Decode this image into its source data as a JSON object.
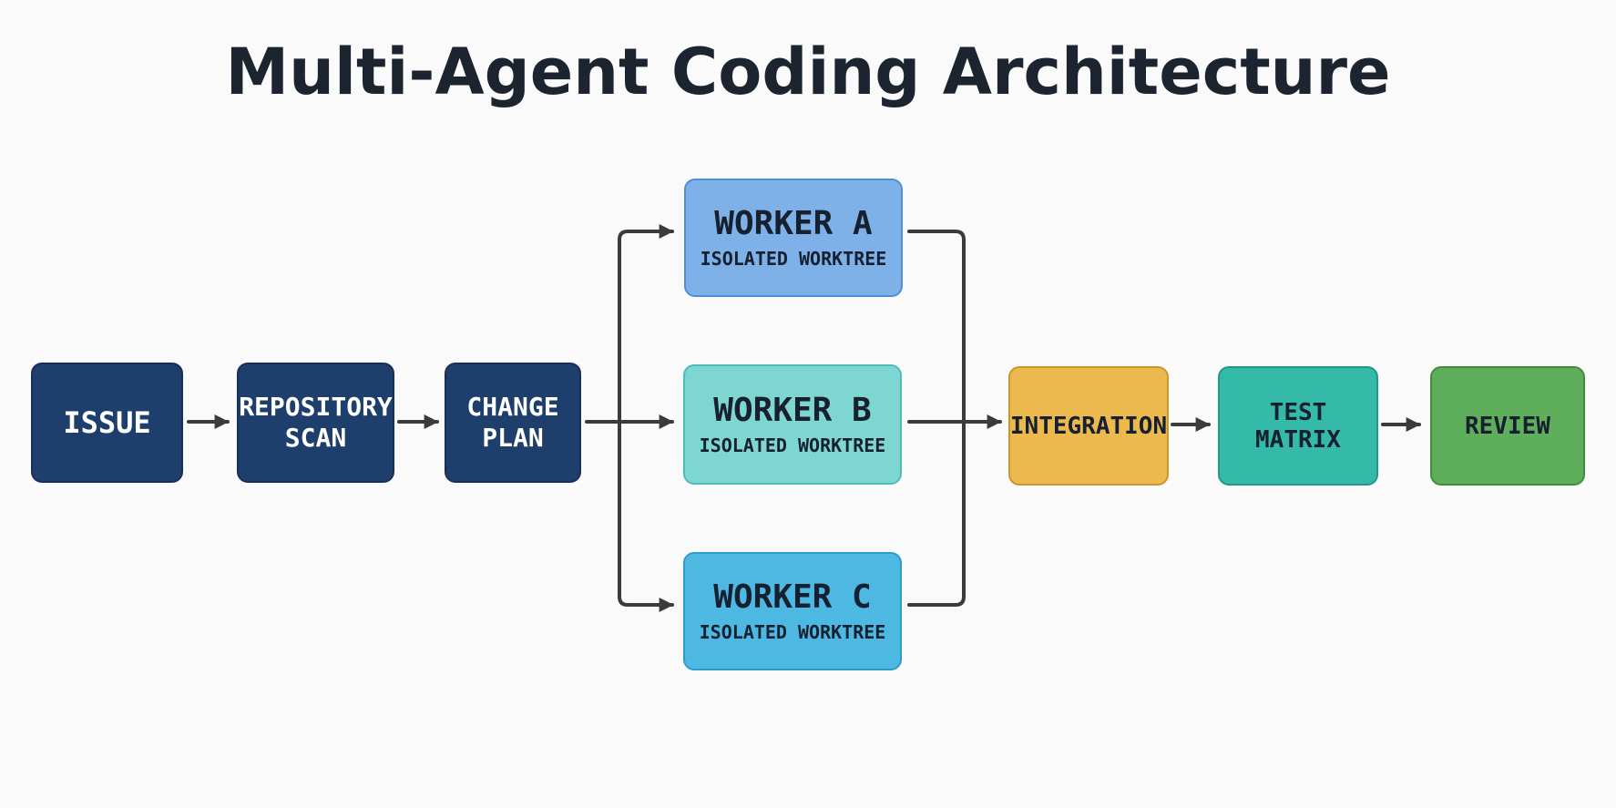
{
  "title": "Multi-Agent Coding Architecture",
  "nodes": {
    "issue": {
      "label": "ISSUE"
    },
    "repository_scan": {
      "label": "REPOSITORY\nSCAN"
    },
    "change_plan": {
      "label": "CHANGE\nPLAN"
    },
    "worker_a": {
      "label": "WORKER A",
      "sub": "ISOLATED WORKTREE",
      "color": "#7eb1e8"
    },
    "worker_b": {
      "label": "WORKER B",
      "sub": "ISOLATED WORKTREE",
      "color": "#7ed6d3"
    },
    "worker_c": {
      "label": "WORKER C",
      "sub": "ISOLATED WORKTREE",
      "color": "#4db9e2"
    },
    "integration": {
      "label": "INTEGRATION",
      "color": "#ecb94e"
    },
    "test_matrix": {
      "label": "TEST MATRIX",
      "color": "#35b9a8"
    },
    "review": {
      "label": "REVIEW",
      "color": "#5fae5c"
    }
  },
  "colors": {
    "dark_node": "#1e3f6c",
    "arrow": "#3b3b3b",
    "title": "#1c2430"
  }
}
